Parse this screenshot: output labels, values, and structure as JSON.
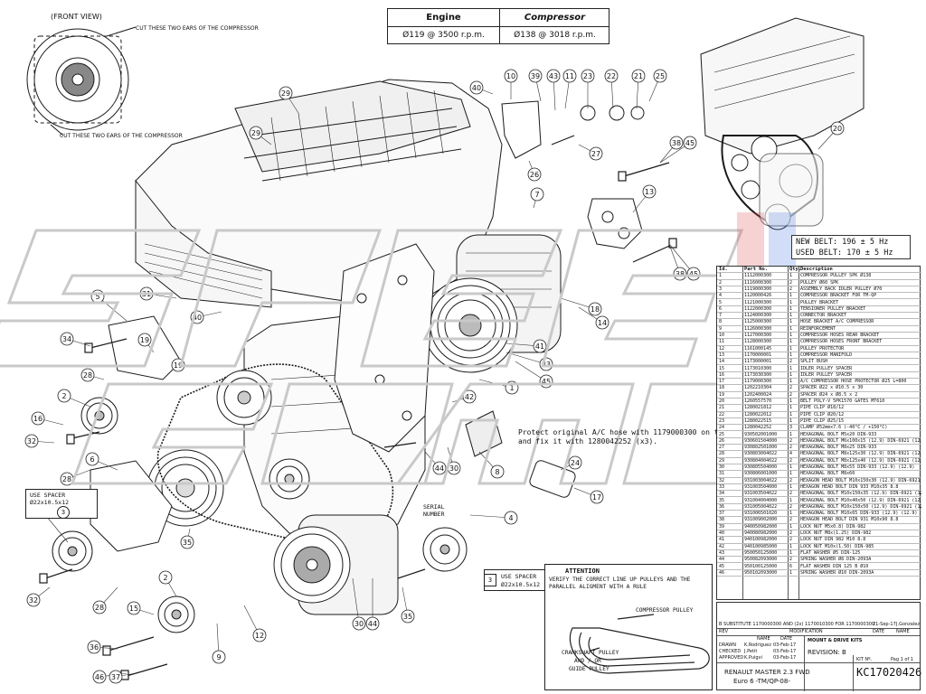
{
  "header": {
    "engine_label": "Engine",
    "compressor_label": "Compressor",
    "engine_value": "Ø119 @ 3500 r.p.m.",
    "compressor_value": "Ø138 @ 3018 r.p.m."
  },
  "front_view": {
    "title": "(FRONT VIEW)",
    "note_top": "CUT THESE TWO EARS OF THE COMPRESSOR",
    "note_bottom": "CUT THESE TWO EARS OF THE COMPRESSOR"
  },
  "belt": {
    "new_belt": "NEW BELT: 196 ± 5 Hz",
    "used_belt": "USED BELT: 170 ± 5 Hz"
  },
  "spacer_left": {
    "num": "3",
    "line1": "USE SPACER",
    "line2": "Ø22x10.5x12"
  },
  "spacer_right": {
    "num": "3",
    "line1": "USE SPACER",
    "line2": "Ø22x10.5x12"
  },
  "protect_note": "Protect original A/C hose with 1179000300 on this zone\nand fix it with 1280042252 (x3).",
  "serial_label": "SERIAL\nNUMBER",
  "attention": {
    "title": "ATTENTION",
    "line1": "VERIFY THE CORRECT LINE UP PULLEYS AND THE",
    "line2": "PARALLEL ALIGMENT WITH A RULE",
    "compressor_pulley": "COMPRESSOR PULLEY",
    "crankshaft_1": "CRANKSHAFT PULLEY",
    "crankshaft_2": "AND / OR",
    "crankshaft_3": "GUIDE PULLEY"
  },
  "parts_header": {
    "id": "Id.",
    "part": "Part No.",
    "qty": "Qty.",
    "desc": "Description"
  },
  "parts": [
    [
      "1",
      "1112000300",
      "1",
      "COMPRESSOR PULLEY SPK Ø138"
    ],
    [
      "2",
      "1116000300",
      "2",
      "PULLEY Ø60 SPK"
    ],
    [
      "3",
      "1119000300",
      "2",
      "ASSEMBLY BACK IDLER PULLEY Ø70"
    ],
    [
      "4",
      "1120000426",
      "1",
      "COMPRESSOR BRACKET FOR TM-QP"
    ],
    [
      "5",
      "1121000300",
      "1",
      "PULLEY BRACKET"
    ],
    [
      "6",
      "1122000300",
      "1",
      "TENSIONER PULLEY BRACKET"
    ],
    [
      "7",
      "1124000300",
      "1",
      "CONNECTOR BRACKET"
    ],
    [
      "8",
      "1125000300",
      "1",
      "HOSE BRACKET A/C COMPRESSOR"
    ],
    [
      "9",
      "1126000300",
      "1",
      "REINFORCEMENT"
    ],
    [
      "10",
      "1127000300",
      "1",
      "COMPRESSOR HOSES REAR BRACKET"
    ],
    [
      "11",
      "1128000300",
      "1",
      "COMPRESSOR HOSES FRONT BRACKET"
    ],
    [
      "12",
      "1161000145",
      "1",
      "PULLEY PROTECTOR"
    ],
    [
      "13",
      "1170000001",
      "1",
      "COMPRESSOR MANIFOLD"
    ],
    [
      "14",
      "1173000001",
      "2",
      "SPLIT BUSH"
    ],
    [
      "15",
      "1173010300",
      "1",
      "IDLER PULLEY SPACER"
    ],
    [
      "16",
      "1173030300",
      "1",
      "IDLER PULLEY SPACER"
    ],
    [
      "17",
      "1179000300",
      "1",
      "A/C COMPRESSOR HOSE PROTECTOR Ø25 L=800"
    ],
    [
      "18",
      "1202210304",
      "2",
      "SPACER Ø22 x Ø10.5 x 30"
    ],
    [
      "19",
      "1202400024",
      "2",
      "SPACER Ø24 x Ø8.5 x 2"
    ],
    [
      "20",
      "1260557570",
      "1",
      "BELT POLY-V 5PK1570 GATES MT610"
    ],
    [
      "21",
      "1280021812",
      "1",
      "PIPE CLIP Ø18/12"
    ],
    [
      "22",
      "1280022012",
      "1",
      "PIPE CLIP Ø20/12"
    ],
    [
      "23",
      "1280022515",
      "1",
      "PIPE CLIP Ø25/15"
    ],
    [
      "24",
      "1280042252",
      "3",
      "CLAMP Ø52mmx7.6 (-40°C / +150°C)"
    ],
    [
      "25",
      "930502001000",
      "1",
      "HEXAGONAL BOLT M5x20 DIN-933"
    ],
    [
      "26",
      "930601504000",
      "2",
      "HEXAGONAL BOLT M6x100x15 (12.9) DIN-6921 (12.9)"
    ],
    [
      "27",
      "930802501000",
      "2",
      "HEXAGONAL BOLT M8x25 DIN-933"
    ],
    [
      "28",
      "930803004022",
      "4",
      "HEXAGONAL BOLT M8x125x30 (12.9) DIN-6921 (12.9)"
    ],
    [
      "29",
      "930804004022",
      "2",
      "HEXAGONAL BOLT M8x125x40 (12.9) DIN-6921 (12.9)"
    ],
    [
      "30",
      "930805504000",
      "1",
      "HEXAGONAL BOLT M8x55 DIN-933 (12.9) (12.9)"
    ],
    [
      "31",
      "930806001000",
      "1",
      "HEXAGONAL BOLT M8x60"
    ],
    [
      "32",
      "931003004022",
      "2",
      "HEXAGON HEAD BOLT M10x150x30 (12.9) DIN-6921 (12.9)"
    ],
    [
      "33",
      "931003504000",
      "1",
      "HEXAGON HEAD BOLT DIN 933 M10x35 8.8"
    ],
    [
      "34",
      "931003504022",
      "2",
      "HEXAGONAL BOLT M10x150x35 (12.9) DIN-6921 (12.9)"
    ],
    [
      "35",
      "931004004000",
      "1",
      "HEXAGONAL BOLT M10x40x50 (12.9) DIN-6921 (12.9)"
    ],
    [
      "36",
      "931005004022",
      "2",
      "HEXAGONAL BOLT M10x150x50 (12.9) DIN-6921 (12.9)"
    ],
    [
      "37",
      "931006501020",
      "1",
      "HEXAGONAL BOLT M10x65 DIN-933 (12.9) (12.9)"
    ],
    [
      "38",
      "931009002000",
      "2",
      "HEXAGON HEAD BOLT DIN 931 M10x90 8.8"
    ],
    [
      "39",
      "940050982000",
      "1",
      "LOCK NUT M5x0.8) DIN-982"
    ],
    [
      "40",
      "940080982000",
      "2",
      "LOCK NUT M8x(1.25) DIN-982"
    ],
    [
      "41",
      "940100982000",
      "2",
      "LOCK NUT DIN 982 M10 8.8"
    ],
    [
      "42",
      "940100985000",
      "1",
      "LOCK NUT M10x(1.50) DIN-985"
    ],
    [
      "43",
      "950050125000",
      "1",
      "FLAT WASHER Ø5 DIN-125"
    ],
    [
      "44",
      "950082093000",
      "2",
      "SPRING WASHER Ø8 DIN-2093A"
    ],
    [
      "45",
      "950100125000",
      "6",
      "FLAT WASHER DIN 125 B Ø10"
    ],
    [
      "46",
      "950102093000",
      "1",
      "SPRING WASHER Ø10 DIN-2093A"
    ]
  ],
  "title_block": {
    "revision_row": "B  SUBSTITUTE 1170000300 AND (2x) 1170010300 FOR 1170000300",
    "revision_date": "21-Sep-17",
    "revision_by": "J.Gonzalez",
    "rev_label": "REV",
    "modification_label": "MODIFICATION",
    "date_label": "DATE",
    "name_label": "NAME",
    "drawn": "DRAWN",
    "drawn_name": "K.Rodriguez",
    "drawn_date": "03-Feb-17",
    "checked": "CHECKED",
    "checked_name": "J.Petit",
    "checked_date": "03-Feb-17",
    "approved": "APPROVED",
    "approved_name": "K.Puigvi",
    "approved_date": "03-Feb-17",
    "mount_label": "MOUNT & DRIVE KITS",
    "revision_label": "REVISION: B",
    "vehicle": "RENAULT MASTER 2.3 FWD",
    "euro": "Euro 6 -TM/QP-08-",
    "kit_label": "KIT Nº.",
    "kit_no": "KC17020426",
    "page": "Pag 1 of 1"
  },
  "callouts": [
    {
      "n": "10"
    },
    {
      "n": "39"
    },
    {
      "n": "43"
    },
    {
      "n": "11"
    },
    {
      "n": "23"
    },
    {
      "n": "22"
    },
    {
      "n": "21"
    },
    {
      "n": "25"
    },
    {
      "n": "40"
    },
    {
      "n": "27"
    },
    {
      "n": "38"
    },
    {
      "n": "45"
    },
    {
      "n": "26"
    },
    {
      "n": "7"
    },
    {
      "n": "13"
    },
    {
      "n": "29"
    },
    {
      "n": "29"
    },
    {
      "n": "20"
    },
    {
      "n": "38"
    },
    {
      "n": "45"
    },
    {
      "n": "31"
    },
    {
      "n": "40"
    },
    {
      "n": "5"
    },
    {
      "n": "34"
    },
    {
      "n": "19"
    },
    {
      "n": "19"
    },
    {
      "n": "28"
    },
    {
      "n": "2"
    },
    {
      "n": "16"
    },
    {
      "n": "32"
    },
    {
      "n": "28"
    },
    {
      "n": "6"
    },
    {
      "n": "35"
    },
    {
      "n": "32"
    },
    {
      "n": "28"
    },
    {
      "n": "15"
    },
    {
      "n": "36"
    },
    {
      "n": "46"
    },
    {
      "n": "37"
    },
    {
      "n": "2"
    },
    {
      "n": "9"
    },
    {
      "n": "12"
    },
    {
      "n": "30"
    },
    {
      "n": "44"
    },
    {
      "n": "35"
    },
    {
      "n": "4"
    },
    {
      "n": "1"
    },
    {
      "n": "33"
    },
    {
      "n": "45"
    },
    {
      "n": "41"
    },
    {
      "n": "42"
    },
    {
      "n": "8"
    },
    {
      "n": "44"
    },
    {
      "n": "30"
    },
    {
      "n": "24"
    },
    {
      "n": "17"
    },
    {
      "n": "18"
    },
    {
      "n": "14"
    },
    {
      "n": "3"
    }
  ]
}
